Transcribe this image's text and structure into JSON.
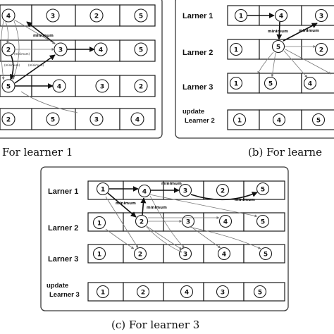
{
  "captions": {
    "a": "For learner 1",
    "b": "(b) For learne",
    "c": "(c) For learner 3"
  },
  "labels": {
    "minimum": "minimum",
    "min_tiny_1": "(minimum)",
    "min_tiny_2": "(minimum)",
    "min_tiny_3": "(minimum)"
  },
  "panel_a": {
    "rows": [
      [
        "4",
        "3",
        "2",
        "5"
      ],
      [
        "2",
        "3",
        "4",
        "5"
      ],
      [
        "5",
        "4",
        "3",
        "2"
      ],
      [
        "2",
        "5",
        "3",
        "4"
      ]
    ]
  },
  "panel_b": {
    "row_labels": [
      "Larner 1",
      "Larner 2",
      "Larner 3",
      "update",
      "Learner 2"
    ],
    "rows": [
      [
        "1",
        "4",
        "3"
      ],
      [
        "1",
        "5",
        "2"
      ],
      [
        "1",
        "5",
        "4"
      ],
      [
        "1",
        "4",
        "5"
      ]
    ]
  },
  "panel_c": {
    "row_labels": [
      "Larner 1",
      "Larner 2",
      "Larner 3",
      "update",
      "Learner 3"
    ],
    "rows": [
      [
        "1",
        "4",
        "3",
        "2",
        "5"
      ],
      [
        "1",
        "2",
        "3",
        "4",
        "5"
      ],
      [
        "1",
        "2",
        "3",
        "4",
        "5"
      ],
      [
        "1",
        "2",
        "4",
        "3",
        "5"
      ]
    ]
  }
}
